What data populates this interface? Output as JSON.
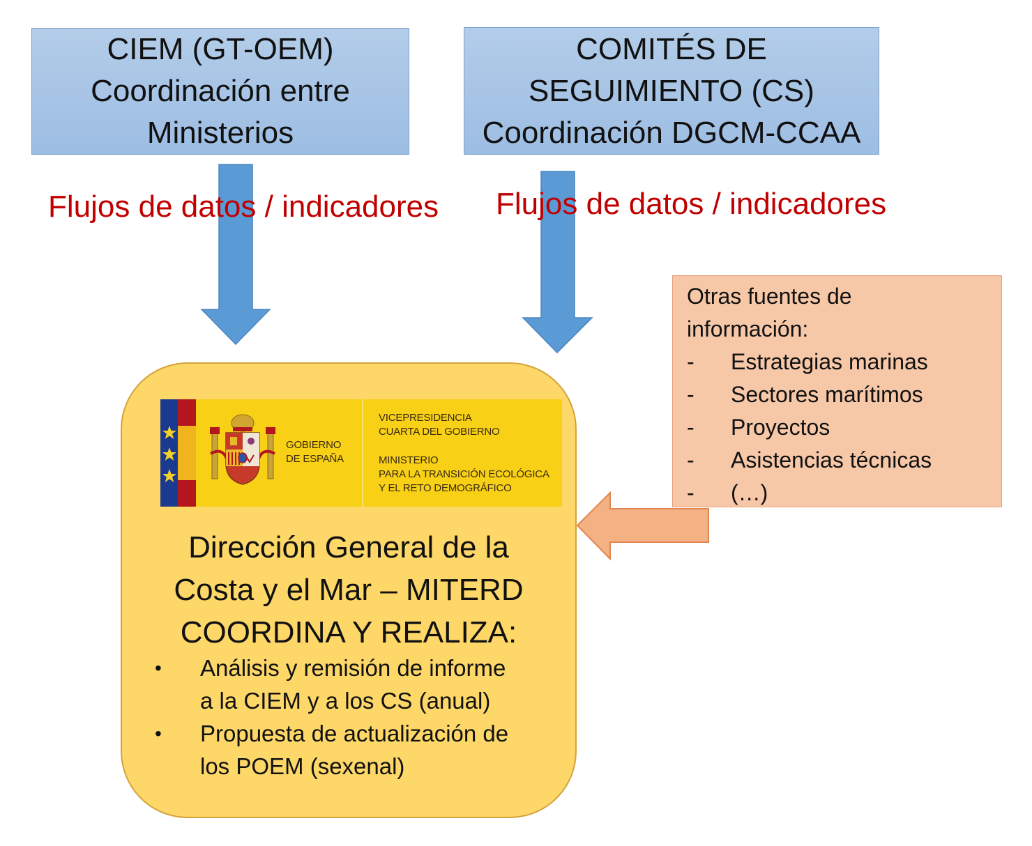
{
  "ciem_box": {
    "lines": [
      "CIEM (GT-OEM)",
      "Coordinación entre",
      "Ministerios"
    ]
  },
  "cs_box": {
    "lines": [
      "COMITÉS DE",
      "SEGUIMIENTO (CS)",
      "Coordinación DGCM-CCAA"
    ]
  },
  "flows": {
    "left_label": "Flujos de datos / indicadores",
    "right_label": "Flujos de datos / indicadores"
  },
  "other_sources": {
    "title_lines": [
      "Otras fuentes de",
      "información:"
    ],
    "bullet": "-",
    "items": [
      "Estrategias marinas",
      "Sectores marítimos",
      "Proyectos",
      "Asistencias técnicas",
      "(…)"
    ]
  },
  "logo": {
    "gov_line1": "GOBIERNO",
    "gov_line2": "DE ESPAÑA",
    "vice_line1": "VICEPRESIDENCIA",
    "vice_line2": "CUARTA DEL GOBIERNO",
    "min_line1": "MINISTERIO",
    "min_line2": "PARA LA TRANSICIÓN ECOLÓGICA",
    "min_line3": "Y EL RETO DEMOGRÁFICO"
  },
  "main": {
    "title_lines": [
      "Dirección General de la",
      "Costa y el Mar – MITERD",
      "COORDINA Y REALIZA:"
    ],
    "bullet": "•",
    "bullets": [
      [
        "Análisis y remisión de informe",
        "a la CIEM y a los CS (anual)"
      ],
      [
        "Propuesta de actualización de",
        "los POEM (sexenal)"
      ]
    ]
  },
  "colors": {
    "top_box": "#9dbde3",
    "arrow_blue": "#5b9bd5",
    "flow_text": "#c00000",
    "other_box": "#f7c8a8",
    "arrow_orange": "#f4b183",
    "main_box": "#fdd768"
  }
}
